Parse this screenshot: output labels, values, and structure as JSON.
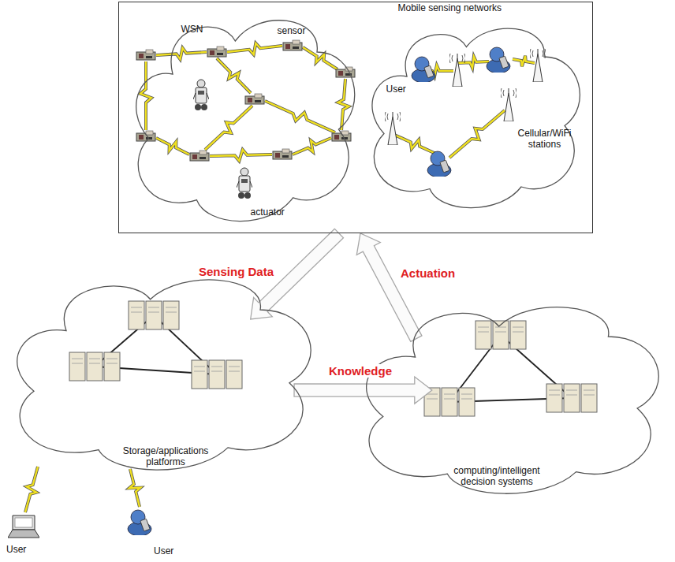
{
  "diagram": {
    "nodes": [
      {
        "text": [
          "Mobile sensing networks"
        ]
      },
      {
        "text": [
          "WSN",
          "sensor",
          "actuator"
        ],
        "in": 0
      },
      {
        "text": [
          "User",
          "Cellular/WiFi stations"
        ],
        "in": 0
      },
      {
        "text": [
          "Storage/applications platforms"
        ]
      },
      {
        "text": [
          "computing/intelligent decision systems"
        ]
      }
    ],
    "edges": [
      {
        "from": 0,
        "to": 3,
        "label": "Sensing Data",
        "arrow": "to"
      },
      {
        "from": 3,
        "to": 4,
        "label": "Knowledge",
        "arrow": "to"
      },
      {
        "from": 4,
        "to": 0,
        "label": "Actuation",
        "arrow": "to"
      }
    ],
    "labels": [
      "User",
      "User"
    ]
  }
}
